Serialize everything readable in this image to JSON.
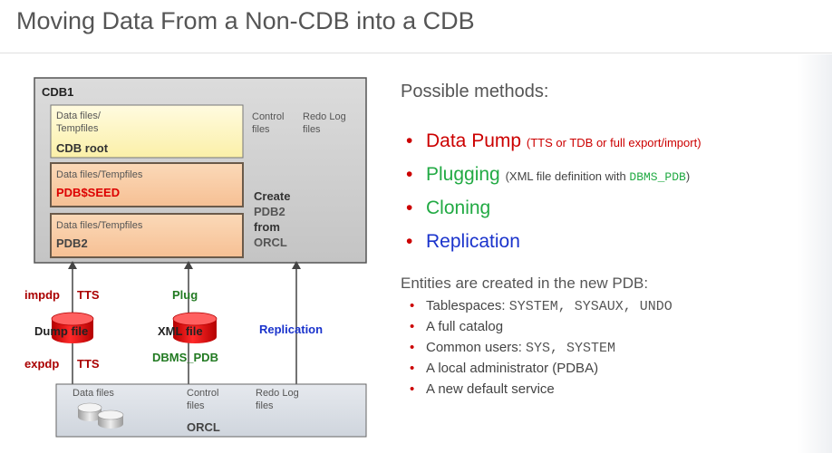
{
  "title": "Moving Data From a Non-CDB into a CDB",
  "cdb": {
    "name": "CDB1",
    "root": {
      "files": [
        "Data files/",
        "Tempfiles"
      ],
      "name": "CDB root"
    },
    "seed": {
      "files": "Data files/Tempfiles",
      "name": "PDB$SEED"
    },
    "pdb2": {
      "files": "Data files/Tempfiles",
      "name": "PDB2"
    },
    "control_files": [
      "Control",
      "files"
    ],
    "redo_log": [
      "Redo Log",
      "files"
    ],
    "create_note": [
      "Create",
      "PDB2",
      "from",
      "ORCL"
    ]
  },
  "flows": {
    "impdp": "impdp",
    "tts_top": "TTS",
    "dump_file": "Dump file",
    "expdp": "expdp",
    "tts_bottom": "TTS",
    "plug": "Plug",
    "xml_file": "XML file",
    "dbms_pdb": "DBMS_PDB",
    "replication": "Replication"
  },
  "orcl": {
    "data_files": "Data files",
    "control_files": [
      "Control",
      "files"
    ],
    "redo_log": [
      "Redo Log",
      "files"
    ],
    "name": "ORCL"
  },
  "methods_heading": "Possible methods:",
  "methods": [
    {
      "name": "Data Pump",
      "detail": "(TTS or TDB or full export/import)",
      "detail_mono": "",
      "detail_end": "",
      "color": "#cc0000"
    },
    {
      "name": "Plugging",
      "detail": "(XML file definition with ",
      "detail_mono": "DBMS_PDB",
      "detail_end": ")",
      "color": "#22aa44"
    },
    {
      "name": "Cloning",
      "detail": "",
      "detail_mono": "",
      "detail_end": "",
      "color": "#22aa44"
    },
    {
      "name": "Replication",
      "detail": "",
      "detail_mono": "",
      "detail_end": "",
      "color": "#1a33cc"
    }
  ],
  "entities_heading": "Entities are created in the new PDB:",
  "entities": [
    {
      "text": "Tablespaces: ",
      "mono": "SYSTEM, SYSAUX, UNDO"
    },
    {
      "text": "A full catalog",
      "mono": ""
    },
    {
      "text": "Common users: ",
      "mono": "SYS, SYSTEM"
    },
    {
      "text": "A local administrator (PDBA)",
      "mono": ""
    },
    {
      "text": "A new default service",
      "mono": ""
    }
  ],
  "colors": {
    "bullet": "#cc0000",
    "label_red": "#aa0000",
    "label_green": "#227a22",
    "label_blue": "#1a33cc",
    "cylinder": "#dd1111"
  }
}
